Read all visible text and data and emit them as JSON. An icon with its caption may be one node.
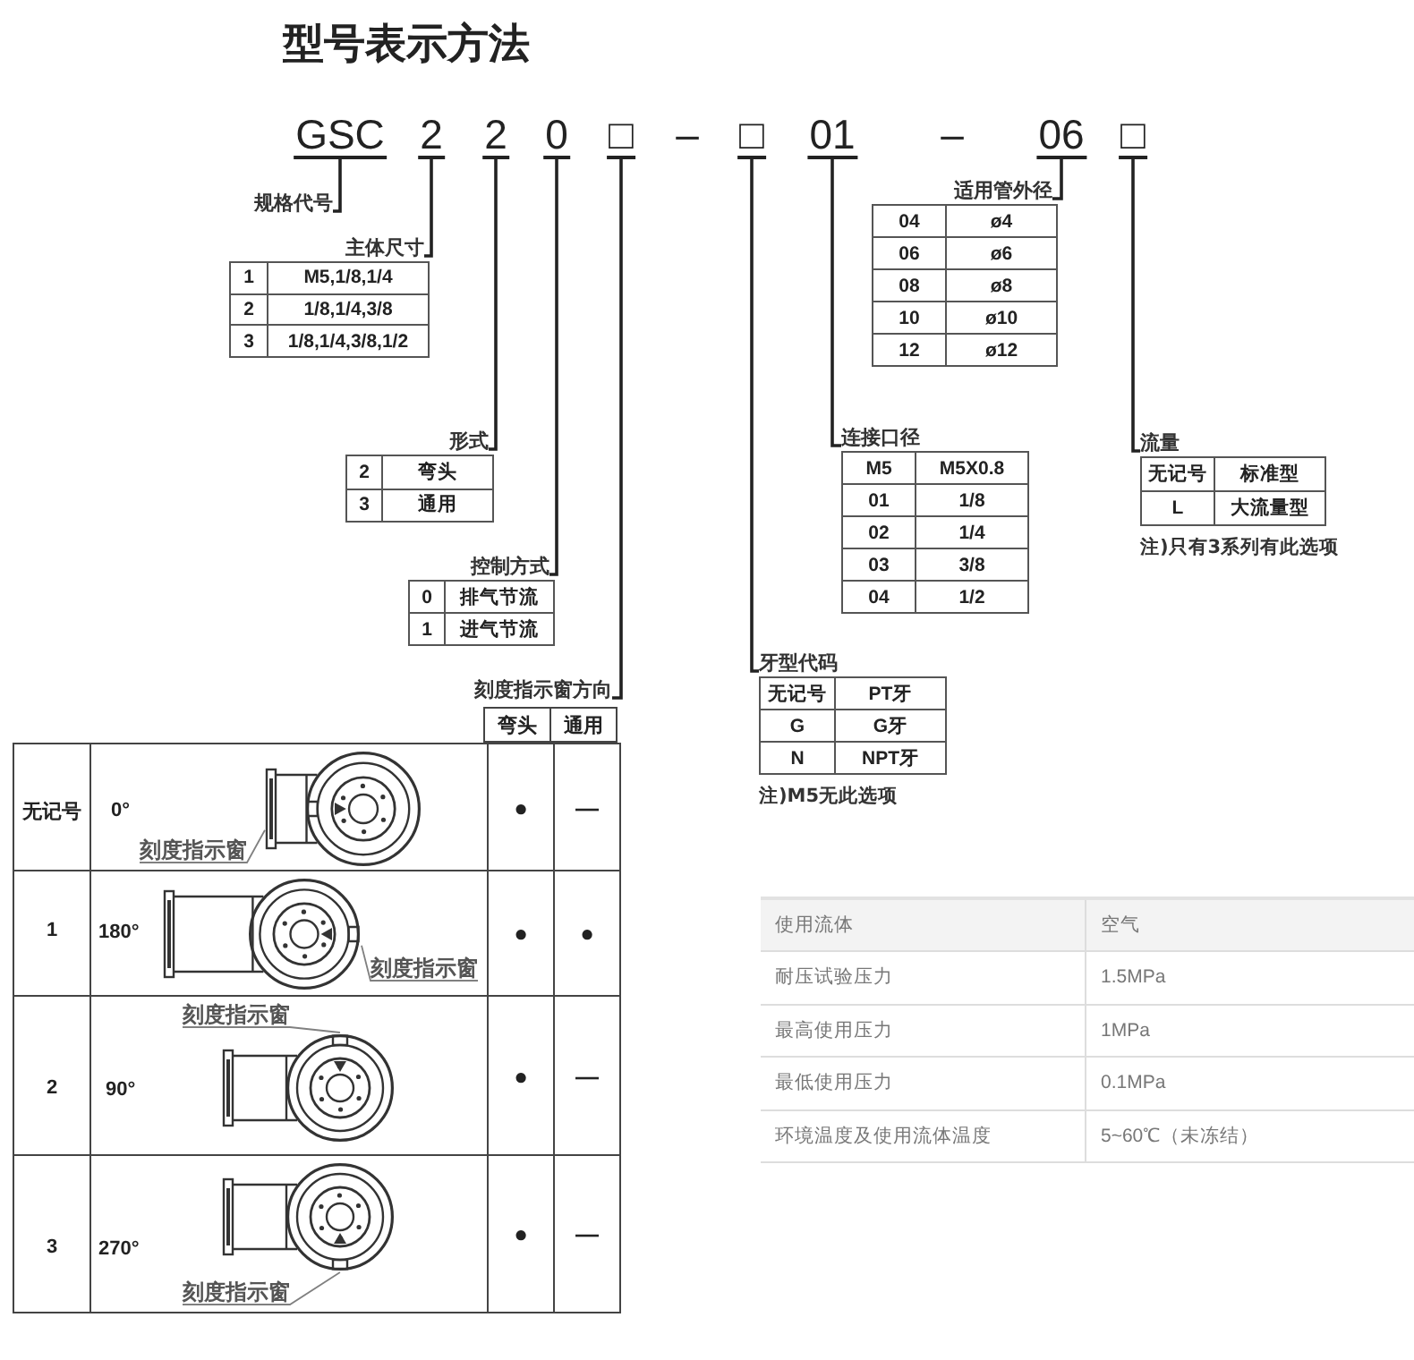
{
  "diagram": {
    "title": "型号表示方法",
    "nodes": [
      {
        "text": [
          "GSC"
        ]
      },
      {
        "text": [
          "2"
        ]
      },
      {
        "text": [
          "2"
        ]
      },
      {
        "text": [
          "0"
        ]
      },
      {
        "text": [
          "□"
        ]
      },
      {
        "text": [
          "□"
        ]
      },
      {
        "text": [
          "01"
        ]
      },
      {
        "text": [
          "06"
        ]
      },
      {
        "text": [
          "□"
        ]
      },
      {
        "text": [
          "规格代号"
        ]
      },
      {
        "text": [
          "适用管外径",
          "04",
          "ø4",
          "06",
          "ø6",
          "08",
          "ø8",
          "10",
          "ø10",
          "12",
          "ø12"
        ]
      },
      {
        "text": [
          "主体尺寸",
          "1",
          "M5,1/8,1/4",
          "2",
          "1/8,1/4,3/8",
          "3",
          "1/8,1/4,3/8,1/2"
        ]
      },
      {
        "text": [
          "形式",
          "2",
          "弯头",
          "3",
          "通用"
        ]
      },
      {
        "text": [
          "连接口径",
          "M5",
          "M5X0.8",
          "01",
          "1/8",
          "02",
          "1/4",
          "03",
          "3/8",
          "04",
          "1/2"
        ]
      },
      {
        "text": [
          "流量",
          "无记号",
          "标准型",
          "L",
          "大流量型"
        ],
        "beside": [
          "注)只有3系列有此选项"
        ]
      },
      {
        "text": [
          "控制方式",
          "0",
          "排气节流",
          "1",
          "进气节流"
        ]
      },
      {
        "text": [
          "刻度指示窗方向",
          "弯头",
          "通用",
          "无记号",
          "0°",
          "●",
          "—",
          "1",
          "180°",
          "●",
          "●",
          "2",
          "90°",
          "●",
          "—",
          "3",
          "270°",
          "●",
          "—"
        ]
      },
      {
        "text": [
          "牙型代码",
          "无记号",
          "PT牙",
          "G",
          "G牙",
          "N",
          "NPT牙"
        ],
        "beside": [
          "注)M5无此选项"
        ]
      },
      {
        "text": [],
        "shape": "picture",
        "in": 16
      },
      {
        "text": [
          "刻度指示窗"
        ],
        "in": 16
      },
      {
        "text": [],
        "shape": "picture",
        "in": 16
      },
      {
        "text": [
          "刻度指示窗"
        ],
        "in": 16
      },
      {
        "text": [
          "刻度指示窗"
        ],
        "in": 16
      },
      {
        "text": [],
        "shape": "picture",
        "in": 16
      },
      {
        "text": [],
        "shape": "picture",
        "in": 16
      },
      {
        "text": [
          "刻度指示窗"
        ],
        "in": 16
      },
      {
        "text": [
          "使用流体",
          "空气",
          "耐压试验压力",
          "1.5MPa",
          "最高使用压力",
          "1MPa",
          "最低使用压力",
          "0.1MPa",
          "环境温度及使用流体温度",
          "5~60℃（未冻结）"
        ]
      }
    ],
    "edges": [
      {
        "from": 0,
        "to": 9,
        "arrow": "none"
      },
      {
        "from": 1,
        "to": 11,
        "arrow": "none"
      },
      {
        "from": 2,
        "to": 12,
        "arrow": "none"
      },
      {
        "from": 3,
        "to": 15,
        "arrow": "none"
      },
      {
        "from": 4,
        "to": 16,
        "arrow": "none"
      },
      {
        "from": 5,
        "to": 17,
        "arrow": "none"
      },
      {
        "from": 6,
        "to": 13,
        "arrow": "none"
      },
      {
        "from": 7,
        "to": 10,
        "arrow": "none"
      },
      {
        "from": 8,
        "to": 14,
        "arrow": "none"
      },
      {
        "from": 19,
        "to": 18,
        "arrow": "none",
        "color": "#808080"
      },
      {
        "from": 21,
        "to": 20,
        "arrow": "none",
        "color": "#808080"
      },
      {
        "from": 22,
        "to": 23,
        "arrow": "none",
        "color": "#808080"
      },
      {
        "from": 25,
        "to": 24,
        "arrow": "none",
        "color": "#808080"
      }
    ],
    "labels": [
      "–",
      "–"
    ]
  }
}
